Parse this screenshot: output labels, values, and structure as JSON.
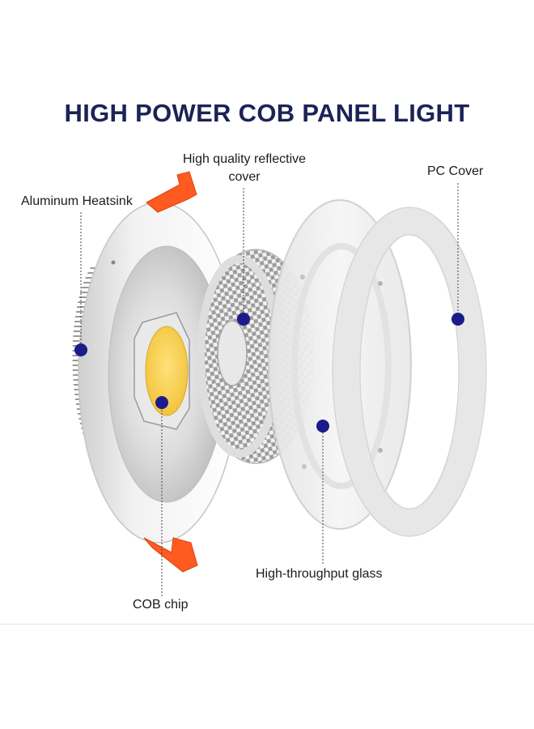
{
  "title": "HIGH POWER COB PANEL LIGHT",
  "labels": {
    "aluminum_heatsink": "Aluminum Heatsink",
    "reflective_cover_line1": "High quality reflective",
    "reflective_cover_line2": "cover",
    "pc_cover": "PC Cover",
    "cob_chip": "COB chip",
    "glass": "High-throughput glass"
  },
  "colors": {
    "title": "#1b2356",
    "marker": "#1b1b8c",
    "clip": "#ff5a1f",
    "cob": "#f7cf48",
    "leader": "#444444"
  }
}
